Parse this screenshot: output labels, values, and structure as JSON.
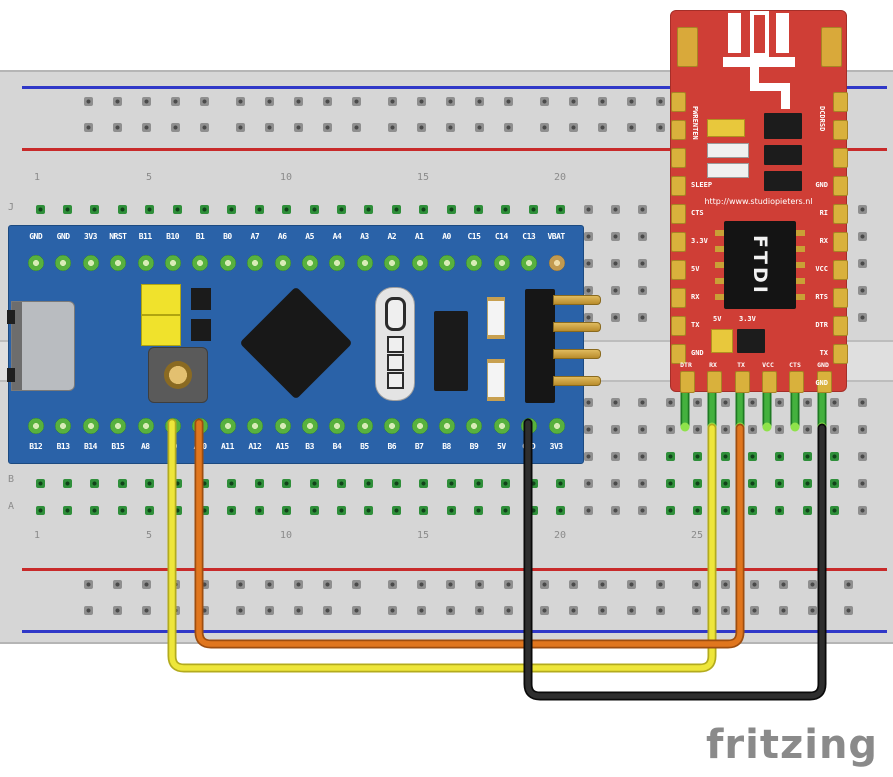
{
  "logo": {
    "text": "fritzing"
  },
  "breadboard": {
    "top_numbers": [
      "1",
      "5",
      "10",
      "15",
      "20"
    ],
    "bottom_numbers": [
      "1",
      "5",
      "10",
      "15",
      "20",
      "25"
    ],
    "row_letter_j": "J",
    "row_letter_b": "B",
    "row_letter_a": "A"
  },
  "bluepill": {
    "top_pins": [
      "GND",
      "GND",
      "3V3",
      "NRST",
      "B11",
      "B10",
      "B1",
      "B0",
      "A7",
      "A6",
      "A5",
      "A4",
      "A3",
      "A2",
      "A1",
      "A0",
      "C15",
      "C14",
      "C13",
      "VBAT"
    ],
    "bottom_pins": [
      "B12",
      "B13",
      "B14",
      "B15",
      "A8",
      "A9",
      "A10",
      "A11",
      "A12",
      "A15",
      "B3",
      "B4",
      "B5",
      "B6",
      "B7",
      "B8",
      "B9",
      "5V",
      "GND",
      "3V3"
    ]
  },
  "ftdi": {
    "url": "http://www.studiopieters.nl",
    "chip": "FTDI",
    "left_vertical": "PWRENTEN",
    "right_vertical": "DCDRSD",
    "left_pins": [
      "SLEEP",
      "CTS",
      "3.3V",
      "5V",
      "RX",
      "TX",
      "GND"
    ],
    "right_pins": [
      "GND",
      "RI",
      "RX",
      "VCC",
      "RTS",
      "DTR",
      "TX",
      "GND"
    ],
    "jumper_5v": "5V",
    "jumper_33v": "3.3V",
    "bottom_pins": [
      "DTR",
      "RX",
      "TX",
      "VCC",
      "CTS",
      "GND"
    ]
  },
  "wires": {
    "yellow": {
      "from": "A9",
      "to": "RX",
      "core": "#eee63a",
      "edge": "#b3ab1e"
    },
    "orange": {
      "from": "A10",
      "to": "TX",
      "core": "#e0761e",
      "edge": "#9e4e10"
    },
    "black": {
      "from": "GND",
      "to": "GND",
      "core": "#2e2e2e",
      "edge": "#0a0a0a"
    }
  },
  "colors": {
    "breadboard": "#d6d6d6",
    "rail_blue": "#3038c8",
    "rail_red": "#c82a2a",
    "bluepill_pcb": "#2a62a8",
    "ftdi_pcb": "#cf3e36",
    "pin_green": "#58b13e",
    "pad_gold": "#d9b13c",
    "leg_green_core": "#44b13e",
    "leg_green_edge": "#1e7a22",
    "leg_contact": "#8fe24a"
  }
}
